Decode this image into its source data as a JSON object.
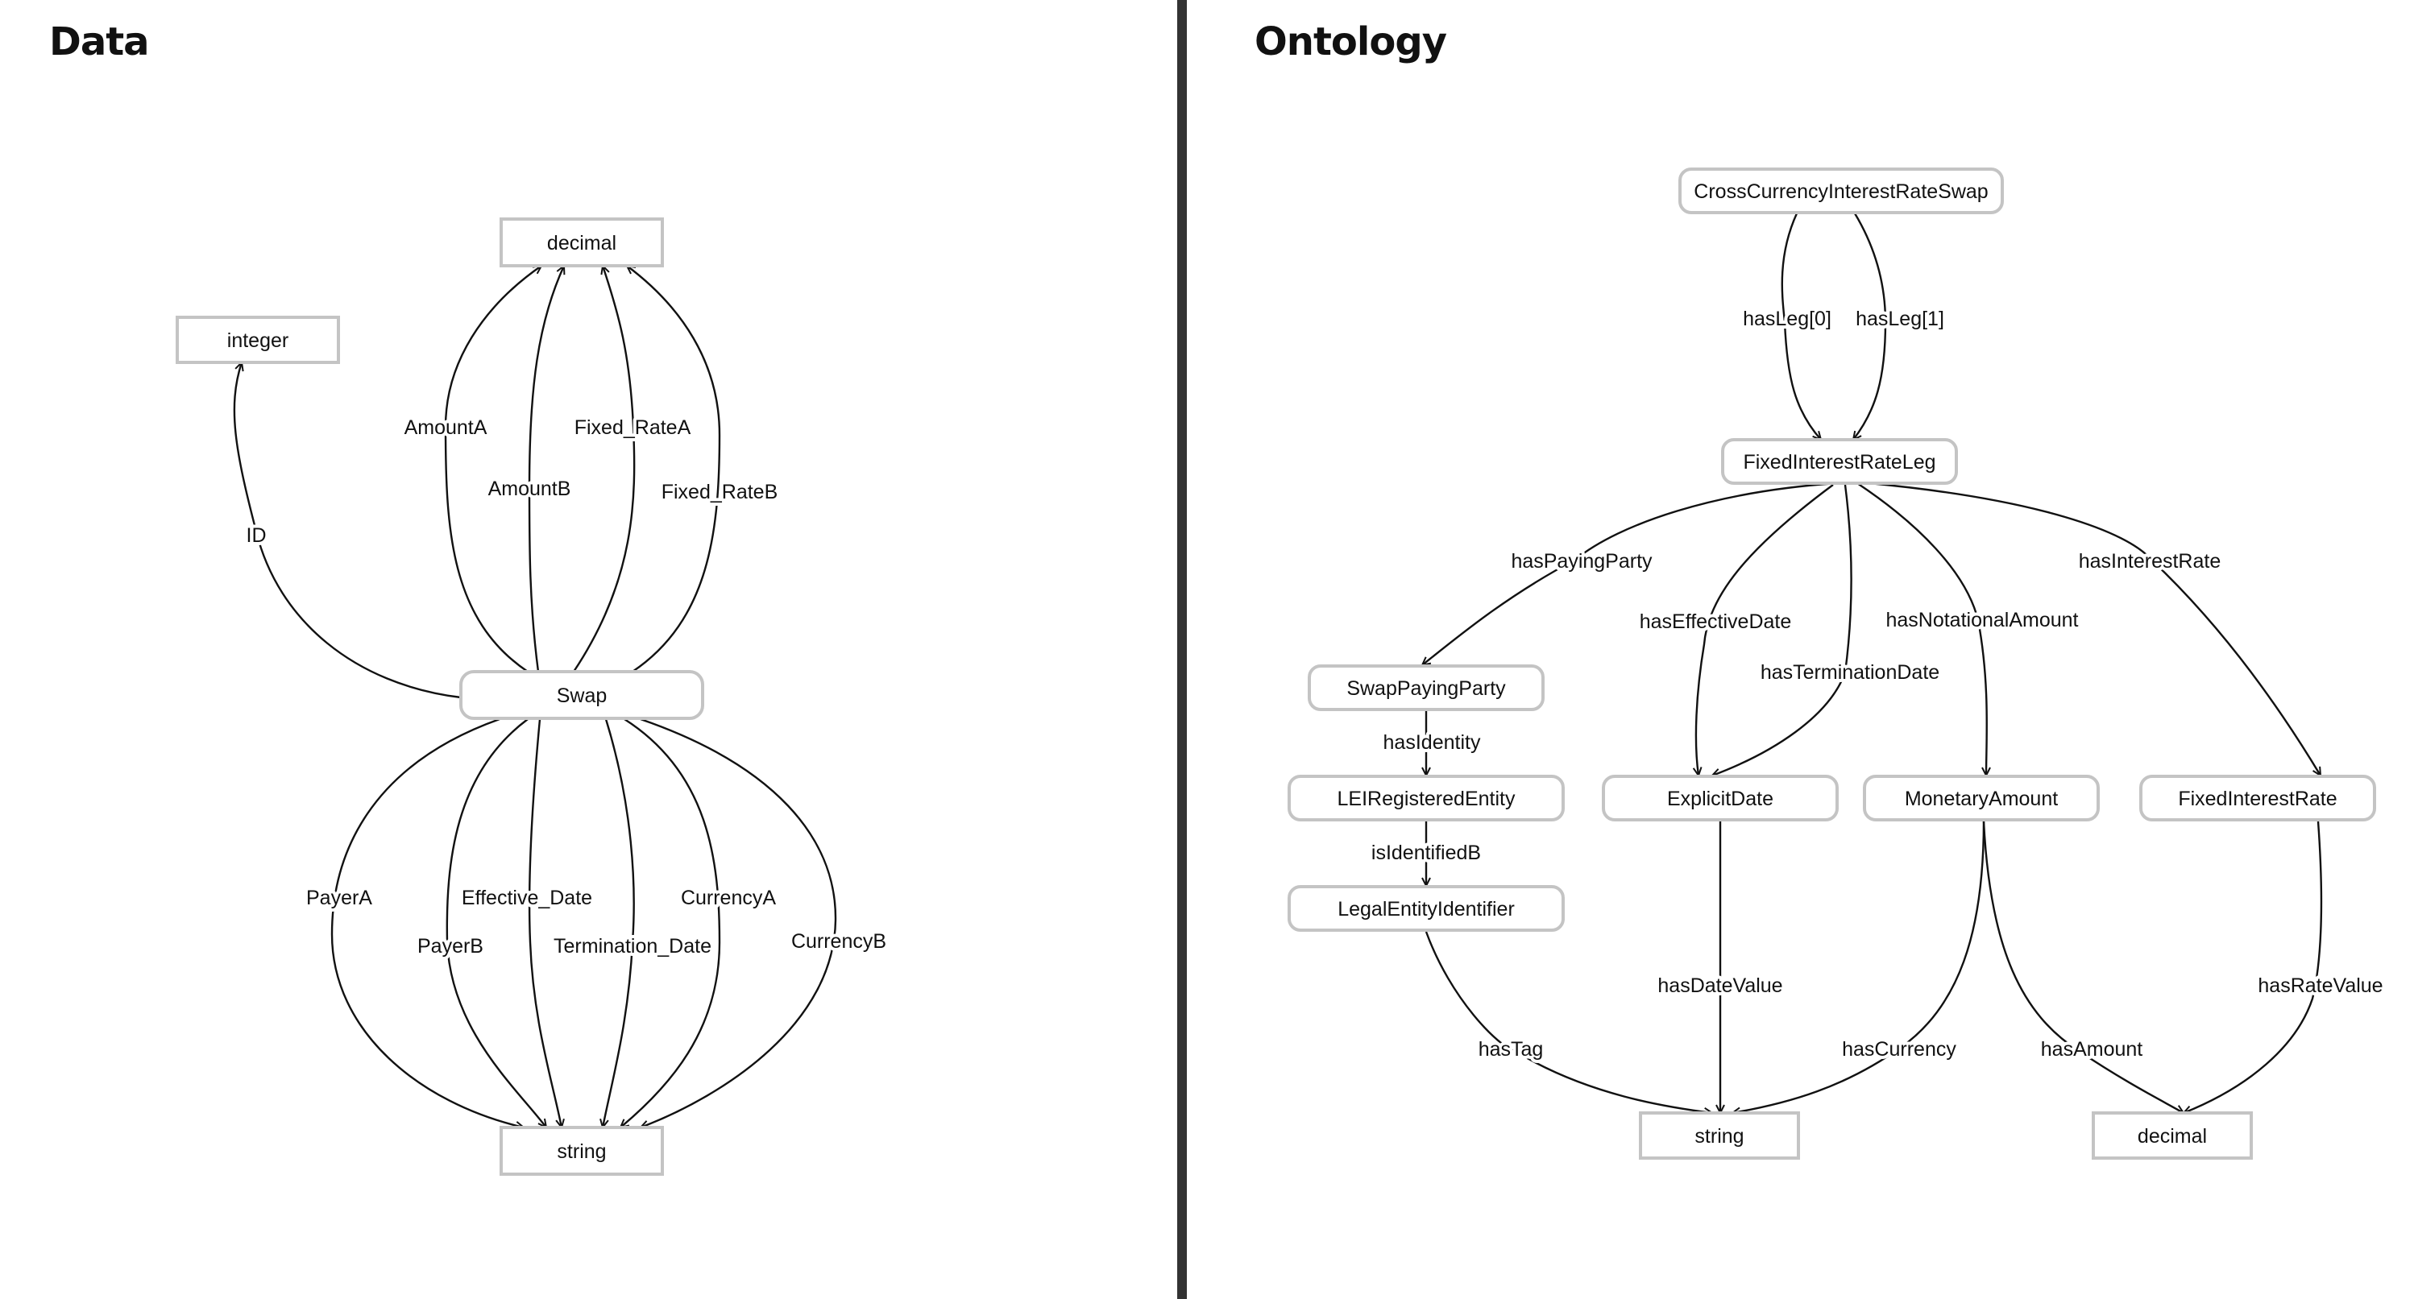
{
  "data_panel": {
    "title": "Data",
    "nodes": {
      "integer": "integer",
      "decimal": "decimal",
      "swap": "Swap",
      "string": "string"
    },
    "edges": {
      "id": "ID",
      "amount_a": "AmountA",
      "amount_b": "AmountB",
      "fixed_rate_a": "Fixed_RateA",
      "fixed_rate_b": "Fixed_RateB",
      "payer_a": "PayerA",
      "payer_b": "PayerB",
      "effective_date": "Effective_Date",
      "termination_date": "Termination_Date",
      "currency_a": "CurrencyA",
      "currency_b": "CurrencyB"
    }
  },
  "ontology_panel": {
    "title": "Ontology",
    "nodes": {
      "ccirs": "CrossCurrencyInterestRateSwap",
      "firl": "FixedInterestRateLeg",
      "swap_paying_party": "SwapPayingParty",
      "lei_registered_entity": "LEIRegisteredEntity",
      "legal_entity_identifier": "LegalEntityIdentifier",
      "explicit_date": "ExplicitDate",
      "monetary_amount": "MonetaryAmount",
      "fixed_interest_rate": "FixedInterestRate",
      "string": "string",
      "decimal": "decimal"
    },
    "edges": {
      "has_leg_0": "hasLeg[0]",
      "has_leg_1": "hasLeg[1]",
      "has_paying_party": "hasPayingParty",
      "has_effective_date": "hasEffectiveDate",
      "has_termination_date": "hasTerminationDate",
      "has_notational_amount": "hasNotationalAmount",
      "has_interest_rate": "hasInterestRate",
      "has_identity": "hasIdentity",
      "is_identified_b": "isIdentifiedB",
      "has_tag": "hasTag",
      "has_date_value": "hasDateValue",
      "has_currency": "hasCurrency",
      "has_amount": "hasAmount",
      "has_rate_value": "hasRateValue"
    }
  },
  "colors": {
    "node_border": "#c4c4c4",
    "edge": "#111111",
    "divider": "#333333",
    "text": "#111111",
    "background": "#ffffff"
  }
}
